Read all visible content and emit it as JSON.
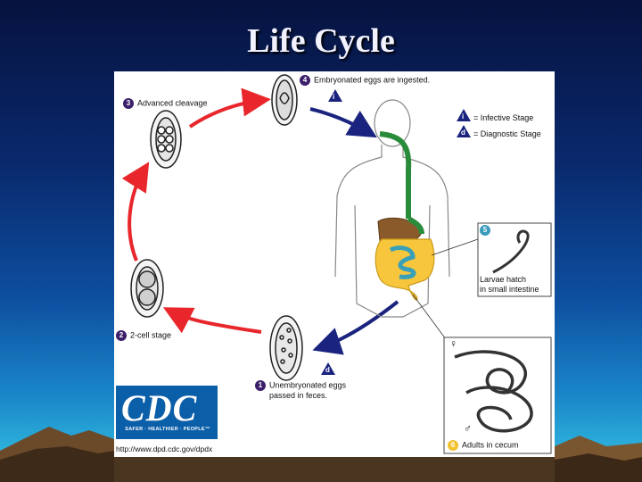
{
  "slide": {
    "title": "Life Cycle"
  },
  "stages": {
    "s1": {
      "number": "1",
      "label_line1": "Unembryonated eggs",
      "label_line2": "passed in feces."
    },
    "s2": {
      "number": "2",
      "label": "2-cell stage"
    },
    "s3": {
      "number": "3",
      "label": "Advanced cleavage"
    },
    "s4": {
      "number": "4",
      "label": "Embryonated eggs are ingested."
    },
    "s5": {
      "number": "5",
      "label_line1": "Larvae hatch",
      "label_line2": "in small intestine"
    },
    "s6": {
      "number": "6",
      "label": "Adults in cecum"
    }
  },
  "legend": {
    "infective_symbol": "i",
    "infective_label": "= Infective Stage",
    "diagnostic_symbol": "d",
    "diagnostic_label": "= Diagnostic Stage"
  },
  "markers": {
    "ingest": "i",
    "feces": "d"
  },
  "sex_symbols": {
    "female": "♀",
    "male": "♂"
  },
  "logo": {
    "letters": "CDC",
    "tagline": "SAFER · HEALTHIER · PEOPLE™"
  },
  "source_url": "http://www.dpd.cdc.gov/dpdx",
  "colors": {
    "red_arrow": "#e8262b",
    "blue_arrow": "#1a237e",
    "intestine": "#f7c63c",
    "stomach": "#8b5a2b",
    "esophagus": "#2a8c3a",
    "small_intestine": "#3aa0b8"
  }
}
